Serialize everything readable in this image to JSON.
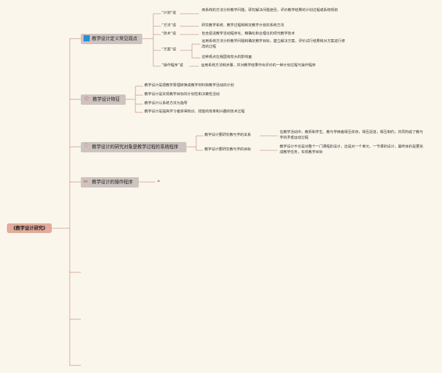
{
  "root": "《教学设计研究》",
  "topics": {
    "t1": {
      "label": "教学设计定义常见观点",
      "icon": "blue-square-icon",
      "children": [
        {
          "label": "“计划”说",
          "text": "用系统的方法分析教学问题，研究解决问题途径，评价教学结果的计划过程或系统规划"
        },
        {
          "label": "“方法”说",
          "text": "研究教学系统、教学过程和制定教学计划的系统方法"
        },
        {
          "label": "“技术”说",
          "text": "包含促进教学活动程序化、精确化和合理化的现代教学技术"
        },
        {
          "label": "“方案”说",
          "texts": [
            "运用系统方法分析教学问题和确定教学目标，建立解决方案，评价试行结果和对方案进行修改的过程",
            "这种观点在我国有较大的影响面"
          ]
        },
        {
          "label": "“操作程序”说",
          "text": "运用系统方法和步骤，并对教学结果作出评价的一种计划过程与操作程序"
        }
      ]
    },
    "t2": {
      "label": "教学设计特征",
      "icon": "star-icon",
      "items": [
        "教学设计是把教学原理转换成教学材料和教学活动的计划",
        "教学设计是实现教学目标的计划性和决策性活动",
        "教学设计以系统方法为指导",
        "教学设计是提高学习者获得知识、技能的效率和兴趣的技术过程"
      ]
    },
    "t3": {
      "label": "教学设计的研究对象是教学过程的系统程序",
      "icon": "heart-icon",
      "children": [
        {
          "label": "教学设计要研究教与学的关系",
          "text": "在教学活动中，教师和学生、教与学两者相互依存，相互促进，相互制约，共同构成了教与学的矛盾运动过程"
        },
        {
          "label": "教学设计要研究教与学的目标",
          "text": "教学设计不论是对整个一门课程的设计，还是对一个单元、一节课的设计，最终目的是要完成教学任务，实现教学目标"
        }
      ]
    },
    "t4": {
      "label": "教学设计的操作程序",
      "icon": "scissors-icon",
      "marker": "a"
    }
  },
  "colors": {
    "background": "#fbf6ec",
    "topic_fill": "#cdc4c0",
    "root_fill": "#e2ab9a",
    "line": "#c99a85",
    "icon_blue": "#2a8fd6",
    "icon_red": "#d94545"
  }
}
